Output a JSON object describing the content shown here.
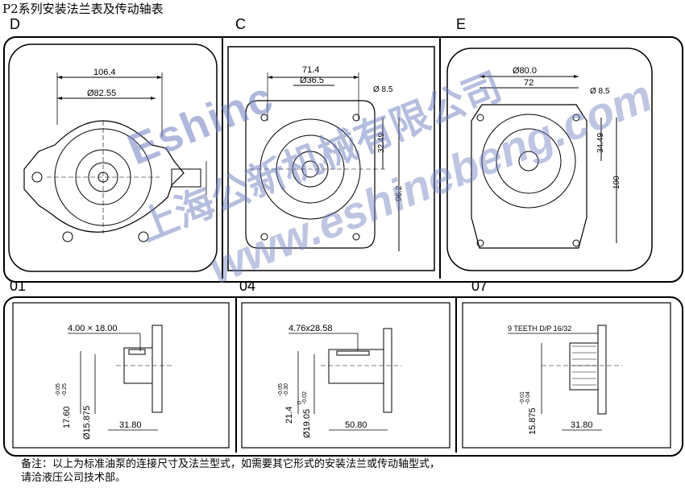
{
  "title": "P2系列安装法兰表及传动轴表",
  "panels": {
    "D": {
      "letter": "D",
      "dim_width": "106.4",
      "dim_bore": "Ø82.55"
    },
    "C": {
      "letter": "C",
      "dim_width": "71.4",
      "dim_bore": "Ø36.5",
      "dim_hole": "Ø 8.5",
      "dim_half": "32.49",
      "dim_height": "96.2"
    },
    "E": {
      "letter": "E",
      "dim_width": "Ø80.0",
      "dim_spacing": "72",
      "dim_hole": "Ø 8.5",
      "dim_half": "34.49",
      "dim_height": "100"
    },
    "s01": {
      "label": "01",
      "key": "4.00 × 18.00",
      "dia_tol": "17.60",
      "tol_upper": "-0.05",
      "tol_lower": "-0.25",
      "shaft_dia": "Ø15.875",
      "length": "31.80"
    },
    "s04": {
      "label": "04",
      "key": "4.76x28.58",
      "dia_tol": "21.4",
      "tol_upper": "-0.05",
      "tol_lower": "-0.30",
      "shaft_dia": "Ø19.05",
      "shaft_upper": "0",
      "shaft_lower": "-0.02",
      "length": "50.80"
    },
    "s07": {
      "label": "07",
      "spline": "9 TEETH D/P 16/32",
      "dia": "15.875",
      "tol_upper": "-0.01",
      "tol_lower": "-0.04",
      "length": "31.80"
    }
  },
  "watermark": {
    "line1": "Eshinc",
    "line2": "上海公新机械有限公司",
    "line3": "www.eshinebeng.com"
  },
  "note": {
    "line1": "备注：以上为标准油泵的连接尺寸及法兰型式，如需要其它形式的安装法兰或传动轴型式，",
    "line2": "请洽液压公司技术部。"
  }
}
